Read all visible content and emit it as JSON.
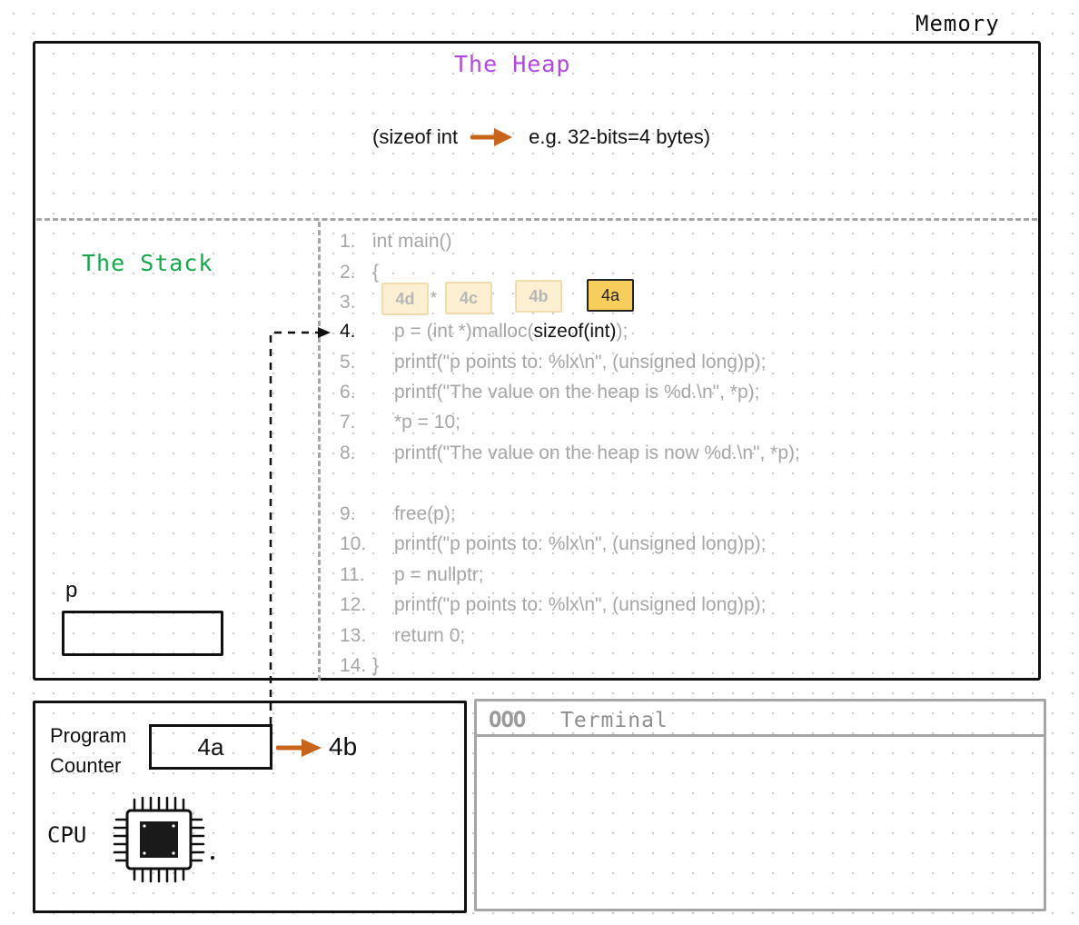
{
  "memory": {
    "label": "Memory",
    "heap": {
      "title": "The Heap",
      "note_left": "(sizeof int",
      "note_right": "e.g. 32-bits=4 bytes)"
    },
    "stack": {
      "title": "The Stack",
      "variable_label": "p"
    },
    "cells": [
      "4d",
      "4c",
      "4b",
      "4a"
    ],
    "cell_separator": "*",
    "highlighted_cell": "4a"
  },
  "code": {
    "active_line": 4,
    "lines": [
      {
        "num": "1.",
        "text": "int main()"
      },
      {
        "num": "2.",
        "text": "{"
      },
      {
        "num": "3.",
        "text": ""
      },
      {
        "num": "4.",
        "pre": "p = (int *)malloc(",
        "dark": "sizeof(int)",
        "post": ");"
      },
      {
        "num": "5.",
        "text": "printf(\"p points to: %lx\\n\", (unsigned long)p);"
      },
      {
        "num": "6.",
        "text": "printf(\"The value on the heap is %d.\\n\", *p);"
      },
      {
        "num": "7.",
        "text": "*p = 10;"
      },
      {
        "num": "8.",
        "text": "printf(\"The value on the heap is now %d.\\n\", *p);"
      },
      {
        "num": "9.",
        "text": "free(p);"
      },
      {
        "num": "10.",
        "text": "printf(\"p points to: %lx\\n\", (unsigned long)p);"
      },
      {
        "num": "11.",
        "text": "p = nullptr;"
      },
      {
        "num": "12.",
        "text": "printf(\"p points to: %lx\\n\", (unsigned long)p);"
      },
      {
        "num": "13.",
        "text": "return 0;"
      },
      {
        "num": "14.",
        "text": "}"
      }
    ]
  },
  "cpu": {
    "label": "CPU",
    "program_counter_line1": "Program",
    "program_counter_line2": "Counter",
    "program_counter_value": "4a",
    "program_counter_next": "4b",
    "icon": "cpu-chip-icon"
  },
  "terminal": {
    "dots": "OOO",
    "title": "Terminal"
  },
  "colors": {
    "heap_title": "#b146e3",
    "stack_title": "#15a84a",
    "arrow": "#c8651b",
    "code_inactive": "#a6a6a6",
    "cell_fill": "#fdf0d2",
    "cell_highlight": "#f7ce5c"
  }
}
